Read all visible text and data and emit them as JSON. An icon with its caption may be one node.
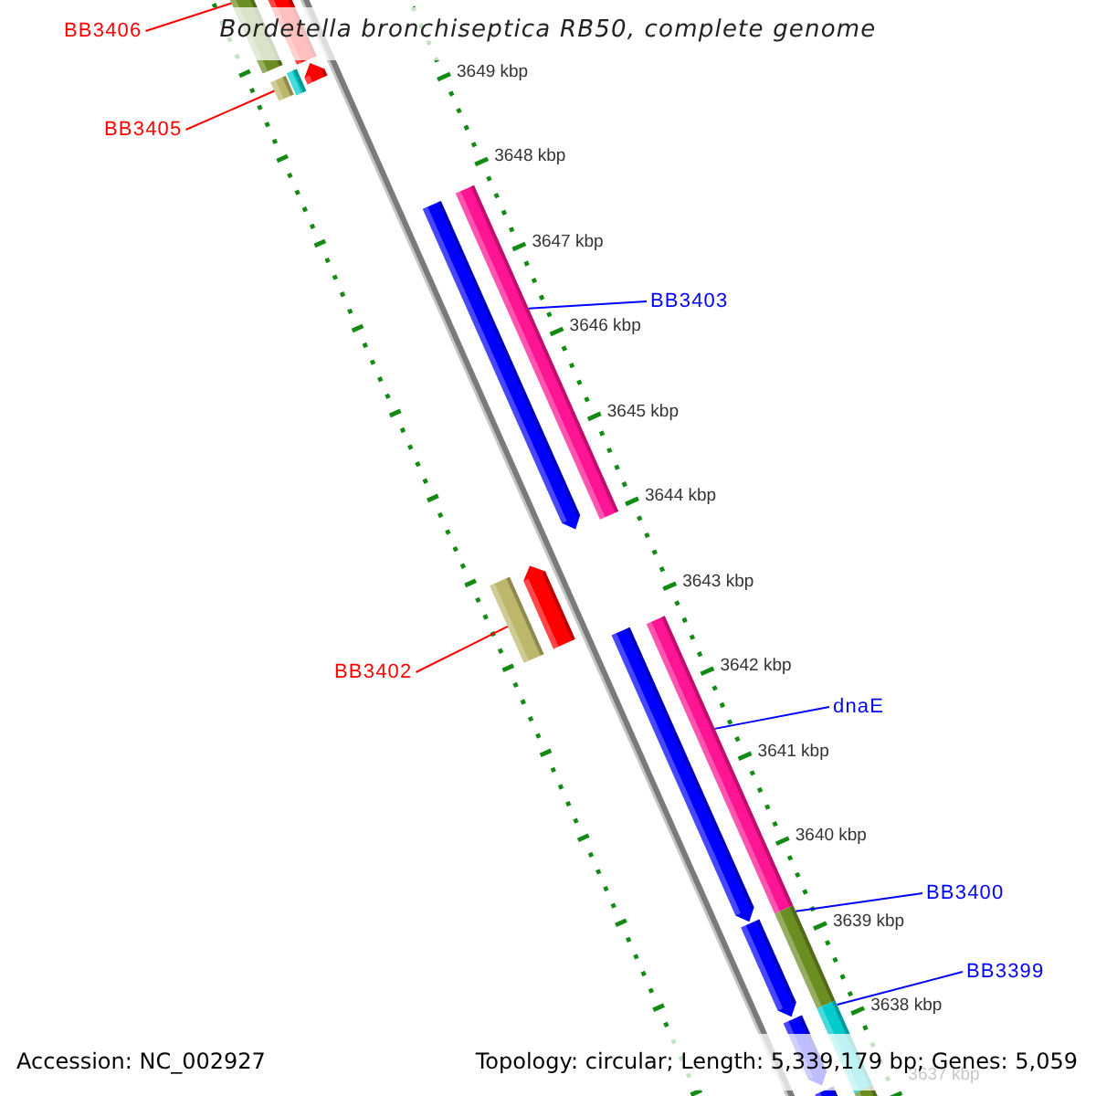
{
  "diagram": {
    "title": "Bordetella bronchiseptica RB50, complete genome",
    "nodes": [
      {
        "text": [
          "BB3406"
        ]
      },
      {
        "text": [
          "BB3405"
        ]
      },
      {
        "text": [
          "BB3403"
        ]
      },
      {
        "text": [
          "BB3402"
        ]
      },
      {
        "text": [
          "dnaE"
        ]
      },
      {
        "text": [
          "BB3400"
        ]
      },
      {
        "text": [
          "BB3399"
        ]
      },
      {
        "text": [],
        "shape": "bar"
      },
      {
        "text": [],
        "shape": "bar"
      },
      {
        "text": [],
        "shape": "bar"
      },
      {
        "text": [],
        "shape": "bar"
      },
      {
        "text": [],
        "shape": "pentagon"
      },
      {
        "text": [],
        "shape": "bar"
      },
      {
        "text": [],
        "shape": "pentagon"
      },
      {
        "text": [],
        "shape": "bar"
      },
      {
        "text": [],
        "shape": "pentagon"
      },
      {
        "text": [],
        "shape": "bar"
      },
      {
        "text": [],
        "shape": "pentagon"
      },
      {
        "text": [],
        "shape": "bar"
      },
      {
        "text": [],
        "shape": "pentagon"
      },
      {
        "text": [],
        "shape": "bar"
      },
      {
        "text": [],
        "shape": "pentagon"
      },
      {
        "text": [],
        "shape": "bar"
      },
      {
        "text": [],
        "shape": "bar"
      }
    ],
    "edges": [
      {
        "from": 0,
        "to": 7,
        "arrow": "none",
        "color": "#ff0000"
      },
      {
        "from": 1,
        "to": 9,
        "arrow": "none",
        "color": "#ff0000"
      },
      {
        "from": 2,
        "to": 12,
        "arrow": "none"
      },
      {
        "from": 3,
        "to": 14,
        "arrow": "none",
        "color": "#ff0000"
      },
      {
        "from": 4,
        "to": 16,
        "arrow": "none"
      },
      {
        "from": 5,
        "to": 18,
        "arrow": "none"
      },
      {
        "from": 6,
        "to": 20,
        "arrow": "none"
      }
    ],
    "labels": [
      "3649 kbp",
      "3648 kbp",
      "3647 kbp",
      "3646 kbp",
      "3645 kbp",
      "3644 kbp",
      "3643 kbp",
      "3642 kbp",
      "3641 kbp",
      "3640 kbp",
      "3639 kbp",
      "3638 kbp",
      "3637 kbp",
      "Accession: NC_002927",
      "Topology: circular; Length: 5,339,179 bp; Genes: 5,059"
    ]
  }
}
